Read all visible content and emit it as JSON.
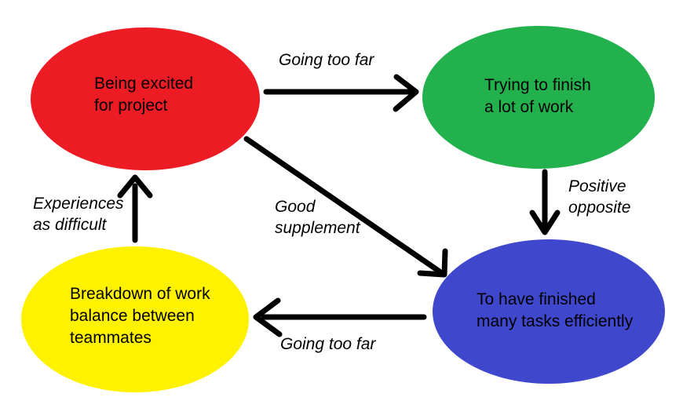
{
  "diagram": {
    "background": "#ffffff",
    "arrow_color": "#000000",
    "text_color": "#000000",
    "nodes": [
      {
        "id": "being-excited",
        "label": "Being excited for project",
        "lines": [
          "Being excited",
          "for project"
        ],
        "color": "#ed1c24"
      },
      {
        "id": "trying-to-finish",
        "label": "Trying to finish a lot of work",
        "lines": [
          "Trying to finish",
          "a lot of work"
        ],
        "color": "#22b14c"
      },
      {
        "id": "finished-tasks",
        "label": "To have finished many tasks efficiently",
        "lines": [
          "To have finished",
          "many tasks efficiently"
        ],
        "color": "#3f48cc"
      },
      {
        "id": "breakdown",
        "label": "Breakdown of work balance between teammates",
        "lines": [
          "Breakdown of work",
          "balance between",
          "teammates"
        ],
        "color": "#fff200"
      }
    ],
    "edges": [
      {
        "from": "being-excited",
        "to": "trying-to-finish",
        "label": "Going too far",
        "lines": [
          "Going too far"
        ]
      },
      {
        "from": "trying-to-finish",
        "to": "finished-tasks",
        "label": "Positive opposite",
        "lines": [
          "Positive",
          "opposite"
        ]
      },
      {
        "from": "being-excited",
        "to": "finished-tasks",
        "label": "Good supplement",
        "lines": [
          "Good",
          "supplement"
        ]
      },
      {
        "from": "finished-tasks",
        "to": "breakdown",
        "label": "Going too far",
        "lines": [
          "Going too far"
        ]
      },
      {
        "from": "breakdown",
        "to": "being-excited",
        "label": "Experiences as difficult",
        "lines": [
          "Experiences",
          "as difficult"
        ]
      }
    ]
  }
}
